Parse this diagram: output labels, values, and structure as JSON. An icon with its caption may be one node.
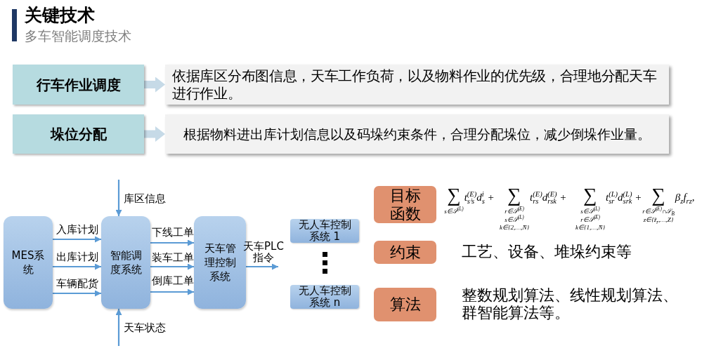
{
  "diagram": {
    "title": "关键技术",
    "nodes": [
      {
        "text": [
          "行车作业调度"
        ]
      },
      {
        "text": [
          "依据库区分布图信息，天车工作负荷，以及物料作业的优先级，合理地分配天车进行作业。"
        ]
      },
      {
        "text": [
          "垛位分配"
        ]
      },
      {
        "text": [
          "根据物料进出库计划信息以及码垛约束条件，合理分配垛位，减少倒垛作业量。"
        ]
      },
      {
        "text": [
          "MES系统"
        ]
      },
      {
        "text": [
          "智能调度系统"
        ]
      },
      {
        "text": [
          "天车管理控制系统"
        ]
      },
      {
        "text": [
          "无人车控制系统 1"
        ]
      },
      {
        "text": [
          "无人车控制系统 n"
        ]
      },
      {
        "text": [
          "目标函数"
        ],
        "beside": [
          "∑",
          "s∈𝒮$^{(L)}$",
          "t$^{(E)}$$_{sⁱs}$d$^{i}$$_{s}$ +",
          "∑",
          "r∈𝒮$^{(E)}$",
          "s∈𝒮$^{(L)}$",
          "k∈{2,…,N̄}",
          "t$^{(E)}$$_{rs}$d$^{(E)}$$_{rsk}$ +",
          "∑",
          "s∈𝒮$^{(L)}$",
          "r∈𝒮$^{(E)}$",
          "k∈{1,…,N̄}",
          "t$^{(L)}$$_{sr}$d$^{(L)}$$_{srk}$ +",
          "∑",
          "r∈𝒮$^{(E)}$∩𝒮$_{B}$",
          "z∈{z̃$_{r}$,…,Z}",
          "β$_{z}$f$_{rz}$,"
        ]
      },
      {
        "text": [
          "约束"
        ],
        "beside": [
          "工艺、设备、堆垛约束等"
        ]
      },
      {
        "text": [
          "算法"
        ],
        "beside": [
          "整数规划算法、线性规划算法、群智能算法等。"
        ]
      }
    ],
    "edges": [
      {
        "from": 0,
        "to": 1,
        "arrow": "to",
        "style": "thick",
        "color": "#c6dae7"
      },
      {
        "from": 2,
        "to": 3,
        "arrow": "to",
        "style": "thick",
        "color": "#c6dae7"
      },
      {
        "from": null,
        "to": 5,
        "arrow": "to",
        "label": "库区信息"
      },
      {
        "from": 4,
        "to": 5,
        "arrow": "to",
        "label": "入库计划"
      },
      {
        "from": 4,
        "to": 5,
        "arrow": "to",
        "label": "出库计划"
      },
      {
        "from": 4,
        "to": 5,
        "arrow": "to",
        "label": "车辆配货"
      },
      {
        "from": 5,
        "to": 6,
        "arrow": "to",
        "label": "下线工单"
      },
      {
        "from": 5,
        "to": 6,
        "arrow": "to",
        "label": "装车工单"
      },
      {
        "from": 5,
        "to": 6,
        "arrow": "to",
        "label": "倒库工单"
      },
      {
        "from": 6,
        "to": null,
        "arrow": "to",
        "label": "天车PLC指令"
      },
      {
        "from": null,
        "to": 5,
        "arrow": "to",
        "label": "天车状态"
      }
    ],
    "labels": [
      "多车智能调度技术"
    ]
  }
}
